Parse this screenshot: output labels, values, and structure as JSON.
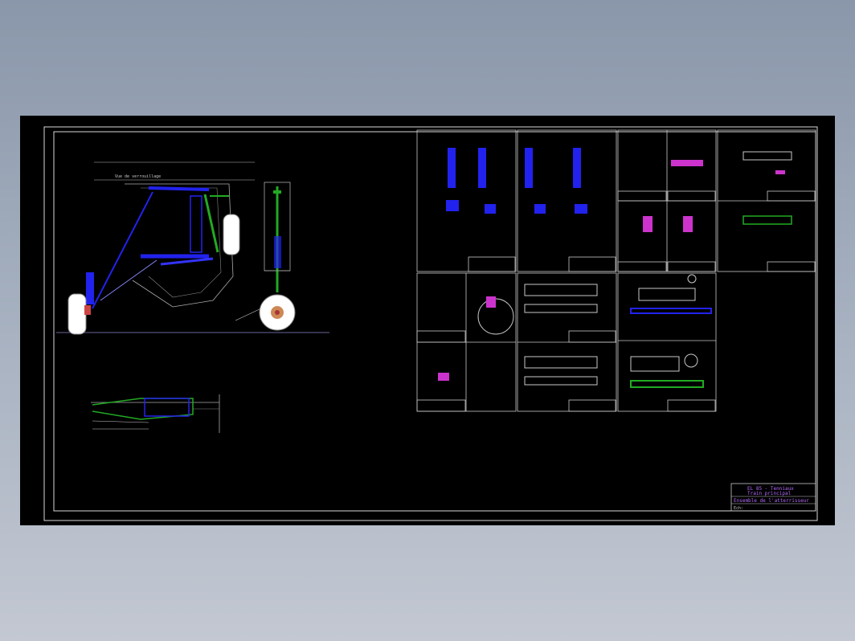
{
  "drawing": {
    "view_caption": "Vue de verrouillage",
    "title_block": {
      "line1": "EL 85 - Tenniaux",
      "line2": "Train principal",
      "line3": "Ensemble de l'atterrisseur",
      "sheet_label": "Ech:"
    }
  },
  "colors": {
    "background": "#000000",
    "frame": "#d8d8d8",
    "blue_parts": "#2222ee",
    "green_parts": "#22aa22",
    "magenta_parts": "#cc33cc",
    "dimension_lines": "#c0c0c0"
  }
}
